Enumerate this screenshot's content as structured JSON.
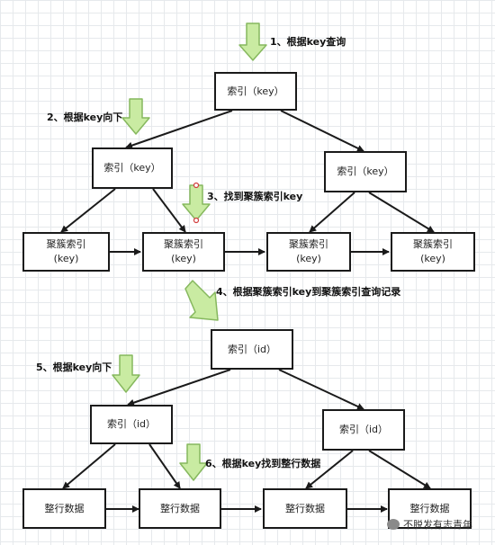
{
  "top_tree": {
    "root": "索引（key）",
    "left": "索引（key）",
    "right": "索引（key）",
    "leaves": [
      {
        "line1": "聚簇索引",
        "line2": "(key)"
      },
      {
        "line1": "聚簇索引",
        "line2": "(key)"
      },
      {
        "line1": "聚簇索引",
        "line2": "(key)"
      },
      {
        "line1": "聚簇索引",
        "line2": "(key)"
      }
    ]
  },
  "bottom_tree": {
    "root": "索引（id）",
    "left": "索引（id）",
    "right": "索引（id）",
    "leaves": [
      "整行数据",
      "整行数据",
      "整行数据",
      "整行数据"
    ]
  },
  "annotations": {
    "step1": "1、根据key查询",
    "step2": "2、根据key向下",
    "step3": "3、找到聚簇索引key",
    "step4": "4、根据聚簇索引key到聚簇索引查询记录",
    "step5": "5、根据key向下",
    "step6": "6、根据key找到整行数据"
  },
  "watermark": "不脱发有志青年",
  "colors": {
    "arrow_fill": "#c9eba2",
    "arrow_stroke": "#86b85e",
    "line": "#1a1a1a"
  }
}
